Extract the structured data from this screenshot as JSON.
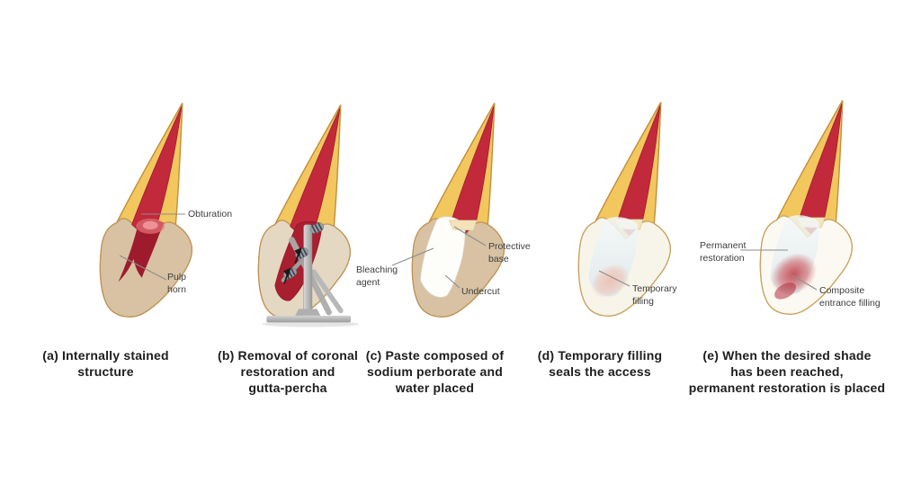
{
  "figure": {
    "description_colors": {
      "root_yellow": "#F2C75E",
      "root_outline": "#C28E3C",
      "crown_beige": "#D8C2A3",
      "crown_white": "#F8F5EC",
      "canal_red": "#C2293B",
      "cavity_dark_red": "#A81F30",
      "bleach_white": "#FDFDFA",
      "protective_base_cream": "#F2E3B8",
      "temporary_filling_pink": "#EEC0B2",
      "composite_red": "#C4434B",
      "instrument_gray": "#B5B5B5",
      "label_text": "#3D3D3D",
      "leader_line": "#8C8C8C",
      "caption_text": "#1D1D1D"
    },
    "panels": [
      {
        "letter": "a",
        "caption": "(a) Internally stained structure",
        "caption_lines": [
          "(a) Internally stained",
          "structure"
        ],
        "labels": {
          "obturation": {
            "text": "Obturation",
            "lines": [
              "Obturation"
            ]
          },
          "pulp_horn": {
            "text": "Pulp horn",
            "lines": [
              "Pulp",
              "horn"
            ]
          }
        }
      },
      {
        "letter": "b",
        "caption": "(b) Removal of coronal restoration and gutta-percha",
        "caption_lines": [
          "(b) Removal of coronal",
          "restoration and",
          "gutta-percha"
        ],
        "labels": {}
      },
      {
        "letter": "c",
        "caption": "(c) Paste composed of sodium perborate and water placed",
        "caption_lines": [
          "(c) Paste composed of",
          "sodium perborate and",
          "water placed"
        ],
        "labels": {
          "bleaching_agent": {
            "text": "Bleaching agent",
            "lines": [
              "Bleaching",
              "agent"
            ]
          },
          "protective_base": {
            "text": "Protective base",
            "lines": [
              "Protective",
              "base"
            ]
          },
          "undercut": {
            "text": "Undercut",
            "lines": [
              "Undercut"
            ]
          }
        }
      },
      {
        "letter": "d",
        "caption": "(d) Temporary filling seals the access",
        "caption_lines": [
          "(d) Temporary filling",
          "seals the access"
        ],
        "labels": {
          "temporary_filling": {
            "text": "Temporary filling",
            "lines": [
              "Temporary",
              "filling"
            ]
          }
        }
      },
      {
        "letter": "e",
        "caption": "(e) When the desired shade has been reached, permanent restoration is placed",
        "caption_lines": [
          "(e) When the desired shade",
          "has been reached,",
          "permanent restoration is placed"
        ],
        "labels": {
          "permanent_restoration": {
            "text": "Permanent restoration",
            "lines": [
              "Permanent",
              "restoration"
            ]
          },
          "composite_entrance_filling": {
            "text": "Composite entrance filling",
            "lines": [
              "Composite",
              "entrance filling"
            ]
          }
        }
      }
    ]
  }
}
